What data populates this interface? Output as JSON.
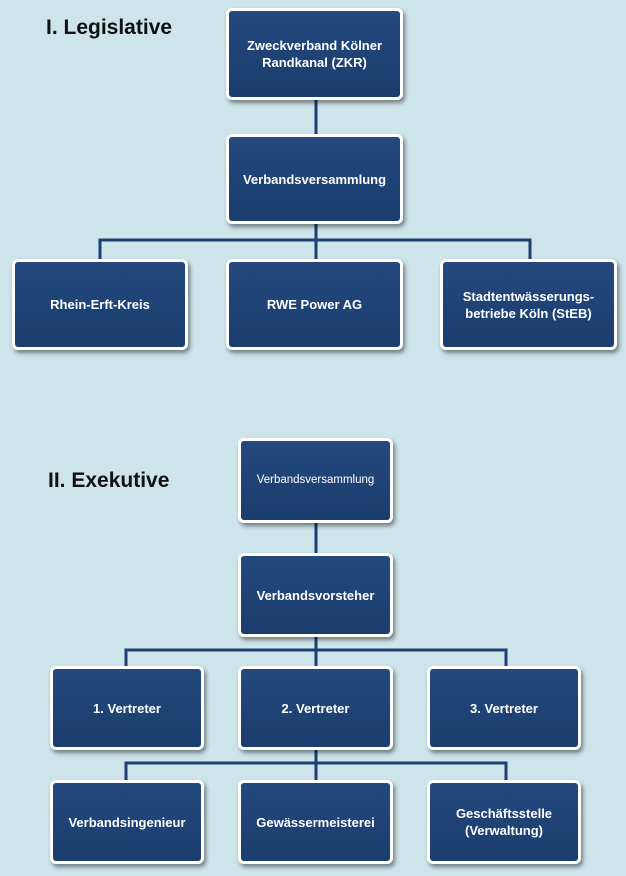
{
  "legislative": {
    "heading": "I. Legislative",
    "top": "Zweckverband Kölner\nRandkanal (ZKR)",
    "assembly": "Verbandsversammlung",
    "members": [
      "Rhein-Erft-Kreis",
      "RWE Power AG",
      "Stadtentwässerungs-\nbetriebe Köln (StEB)"
    ]
  },
  "executive": {
    "heading": "II. Exekutive",
    "assembly": "Verbandsversammlung",
    "chair": "Verbandsvorsteher",
    "deputies": [
      "1. Vertreter",
      "2. Vertreter",
      "3. Vertreter"
    ],
    "departments": [
      "Verbandsingenieur",
      "Gewässermeisterei",
      "Geschäftsstelle\n(Verwaltung)"
    ]
  },
  "colors": {
    "box": "#1f4276",
    "line": "#1c3e70",
    "background": "#cde4ea"
  }
}
